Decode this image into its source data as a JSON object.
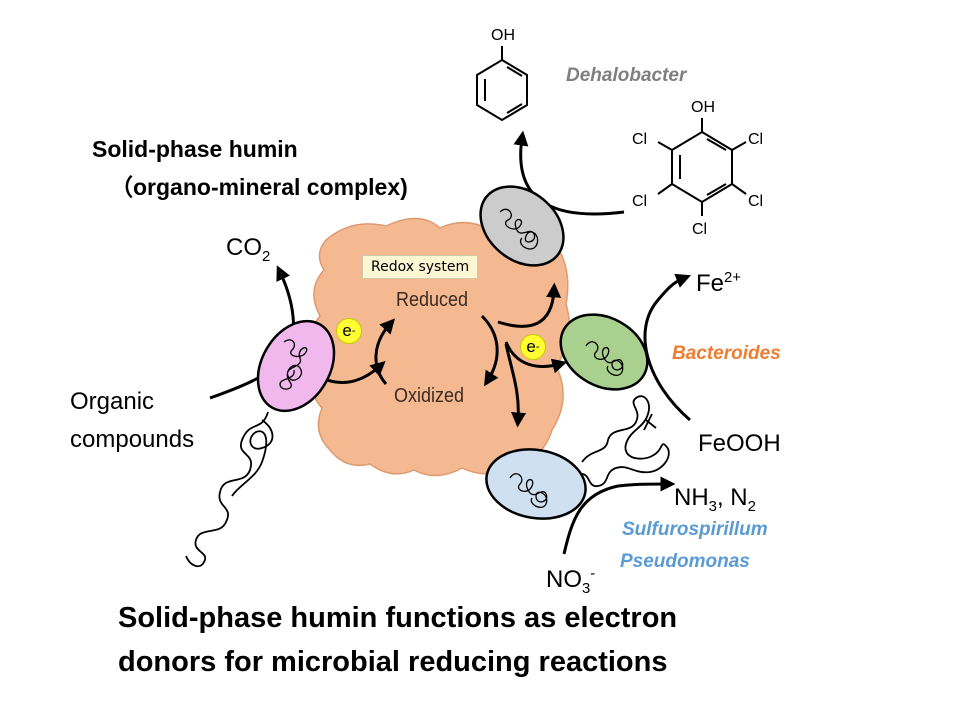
{
  "title_line1": "Solid-phase humin",
  "title_line2": "（organo-mineral complex)",
  "redox_box": "Redox system",
  "reduced": "Reduced",
  "oxidized": "Oxidized",
  "electron": "e",
  "electron_sup": "-",
  "co2_main": "CO",
  "co2_sub": "2",
  "organic_line1": "Organic",
  "organic_line2": "compounds",
  "fe2_main": "Fe",
  "fe2_sup": "2+",
  "feooh": "FeOOH",
  "nh3_a": "NH",
  "nh3_sub": "3",
  "nh3_b": ", N",
  "n2_sub": "2",
  "no3_main": "NO",
  "no3_sub": "3",
  "no3_sup": "-",
  "dehalobacter": "Dehalobacter",
  "bacteroides": "Bacteroides",
  "sulfurospirillum": "Sulfurospirillum",
  "pseudomonas": "Pseudomonas",
  "oh_top": "OH",
  "oh_pcp": "OH",
  "cl_labels": [
    "Cl",
    "Cl",
    "Cl",
    "Cl",
    "Cl"
  ],
  "caption_line1": "Solid-phase humin functions as electron",
  "caption_line2": "donors for microbial reducing reactions",
  "colors": {
    "humin_fill": "#f4b990",
    "cell_pink": "#f0b8ec",
    "cell_gray": "#cccccc",
    "cell_green": "#a9d08e",
    "cell_blue": "#cfe0f1",
    "cell_edge_blue": "#b9c9ee",
    "electron_fill": "#ffff33",
    "bacteroides_text": "#ed7d31",
    "sulfuro_text": "#5b9bd5",
    "dehalo_text": "#7f7f7f"
  }
}
